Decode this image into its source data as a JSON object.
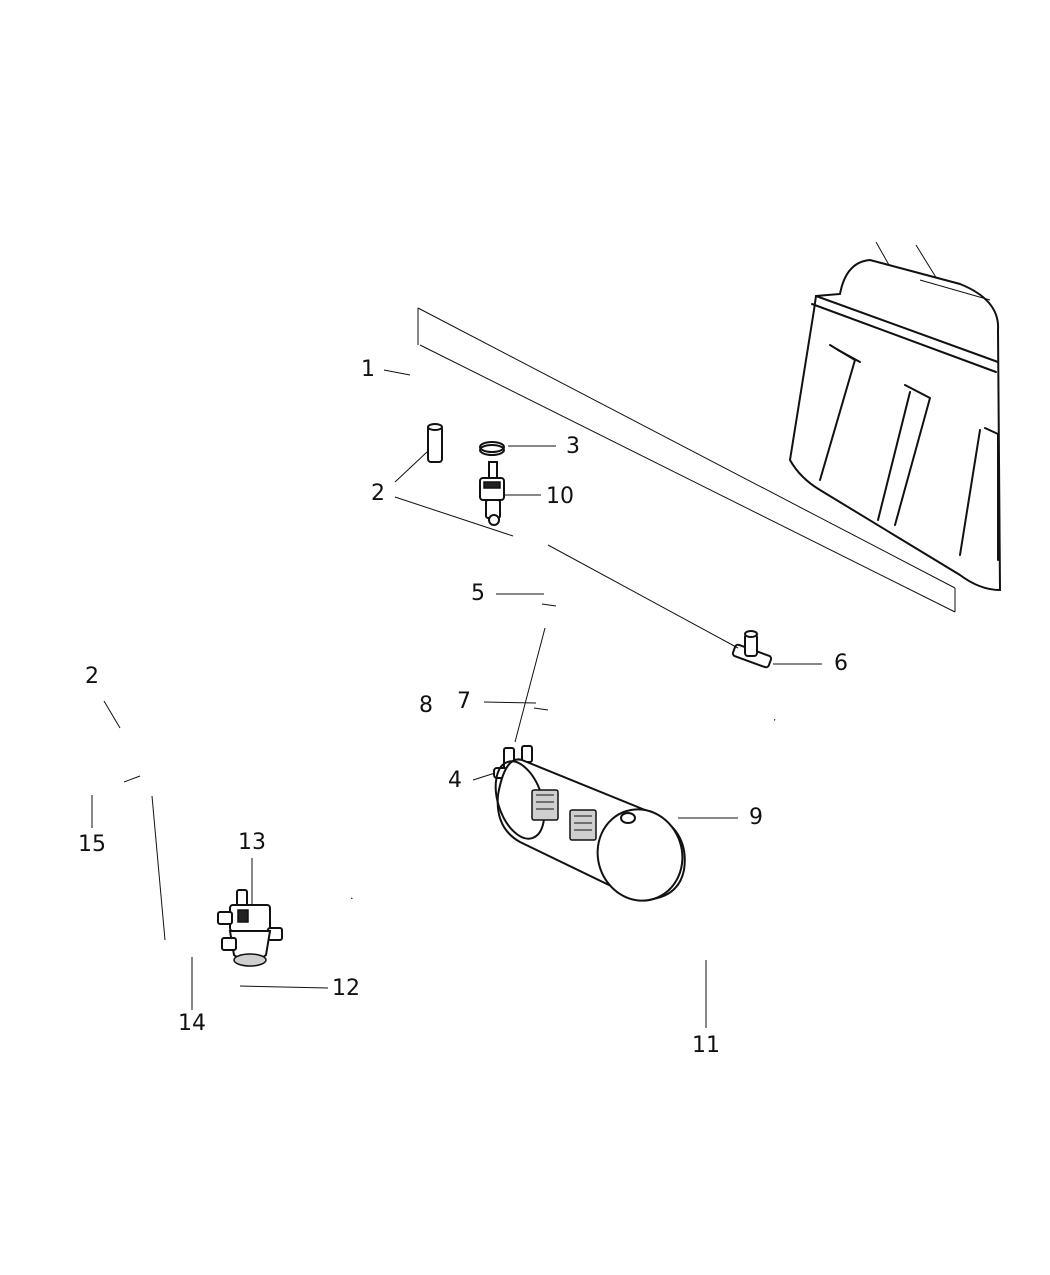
{
  "callouts": [
    {
      "id": "1",
      "text": "1"
    },
    {
      "id": "2a",
      "text": "2"
    },
    {
      "id": "2b",
      "text": "2"
    },
    {
      "id": "3",
      "text": "3"
    },
    {
      "id": "4",
      "text": "4"
    },
    {
      "id": "5",
      "text": "5"
    },
    {
      "id": "6",
      "text": "6"
    },
    {
      "id": "7",
      "text": "7"
    },
    {
      "id": "8",
      "text": "8"
    },
    {
      "id": "9",
      "text": "9"
    },
    {
      "id": "10",
      "text": "10"
    },
    {
      "id": "11",
      "text": "11"
    },
    {
      "id": "12",
      "text": "12"
    },
    {
      "id": "13",
      "text": "13"
    },
    {
      "id": "14",
      "text": "14"
    },
    {
      "id": "15",
      "text": "15"
    }
  ]
}
